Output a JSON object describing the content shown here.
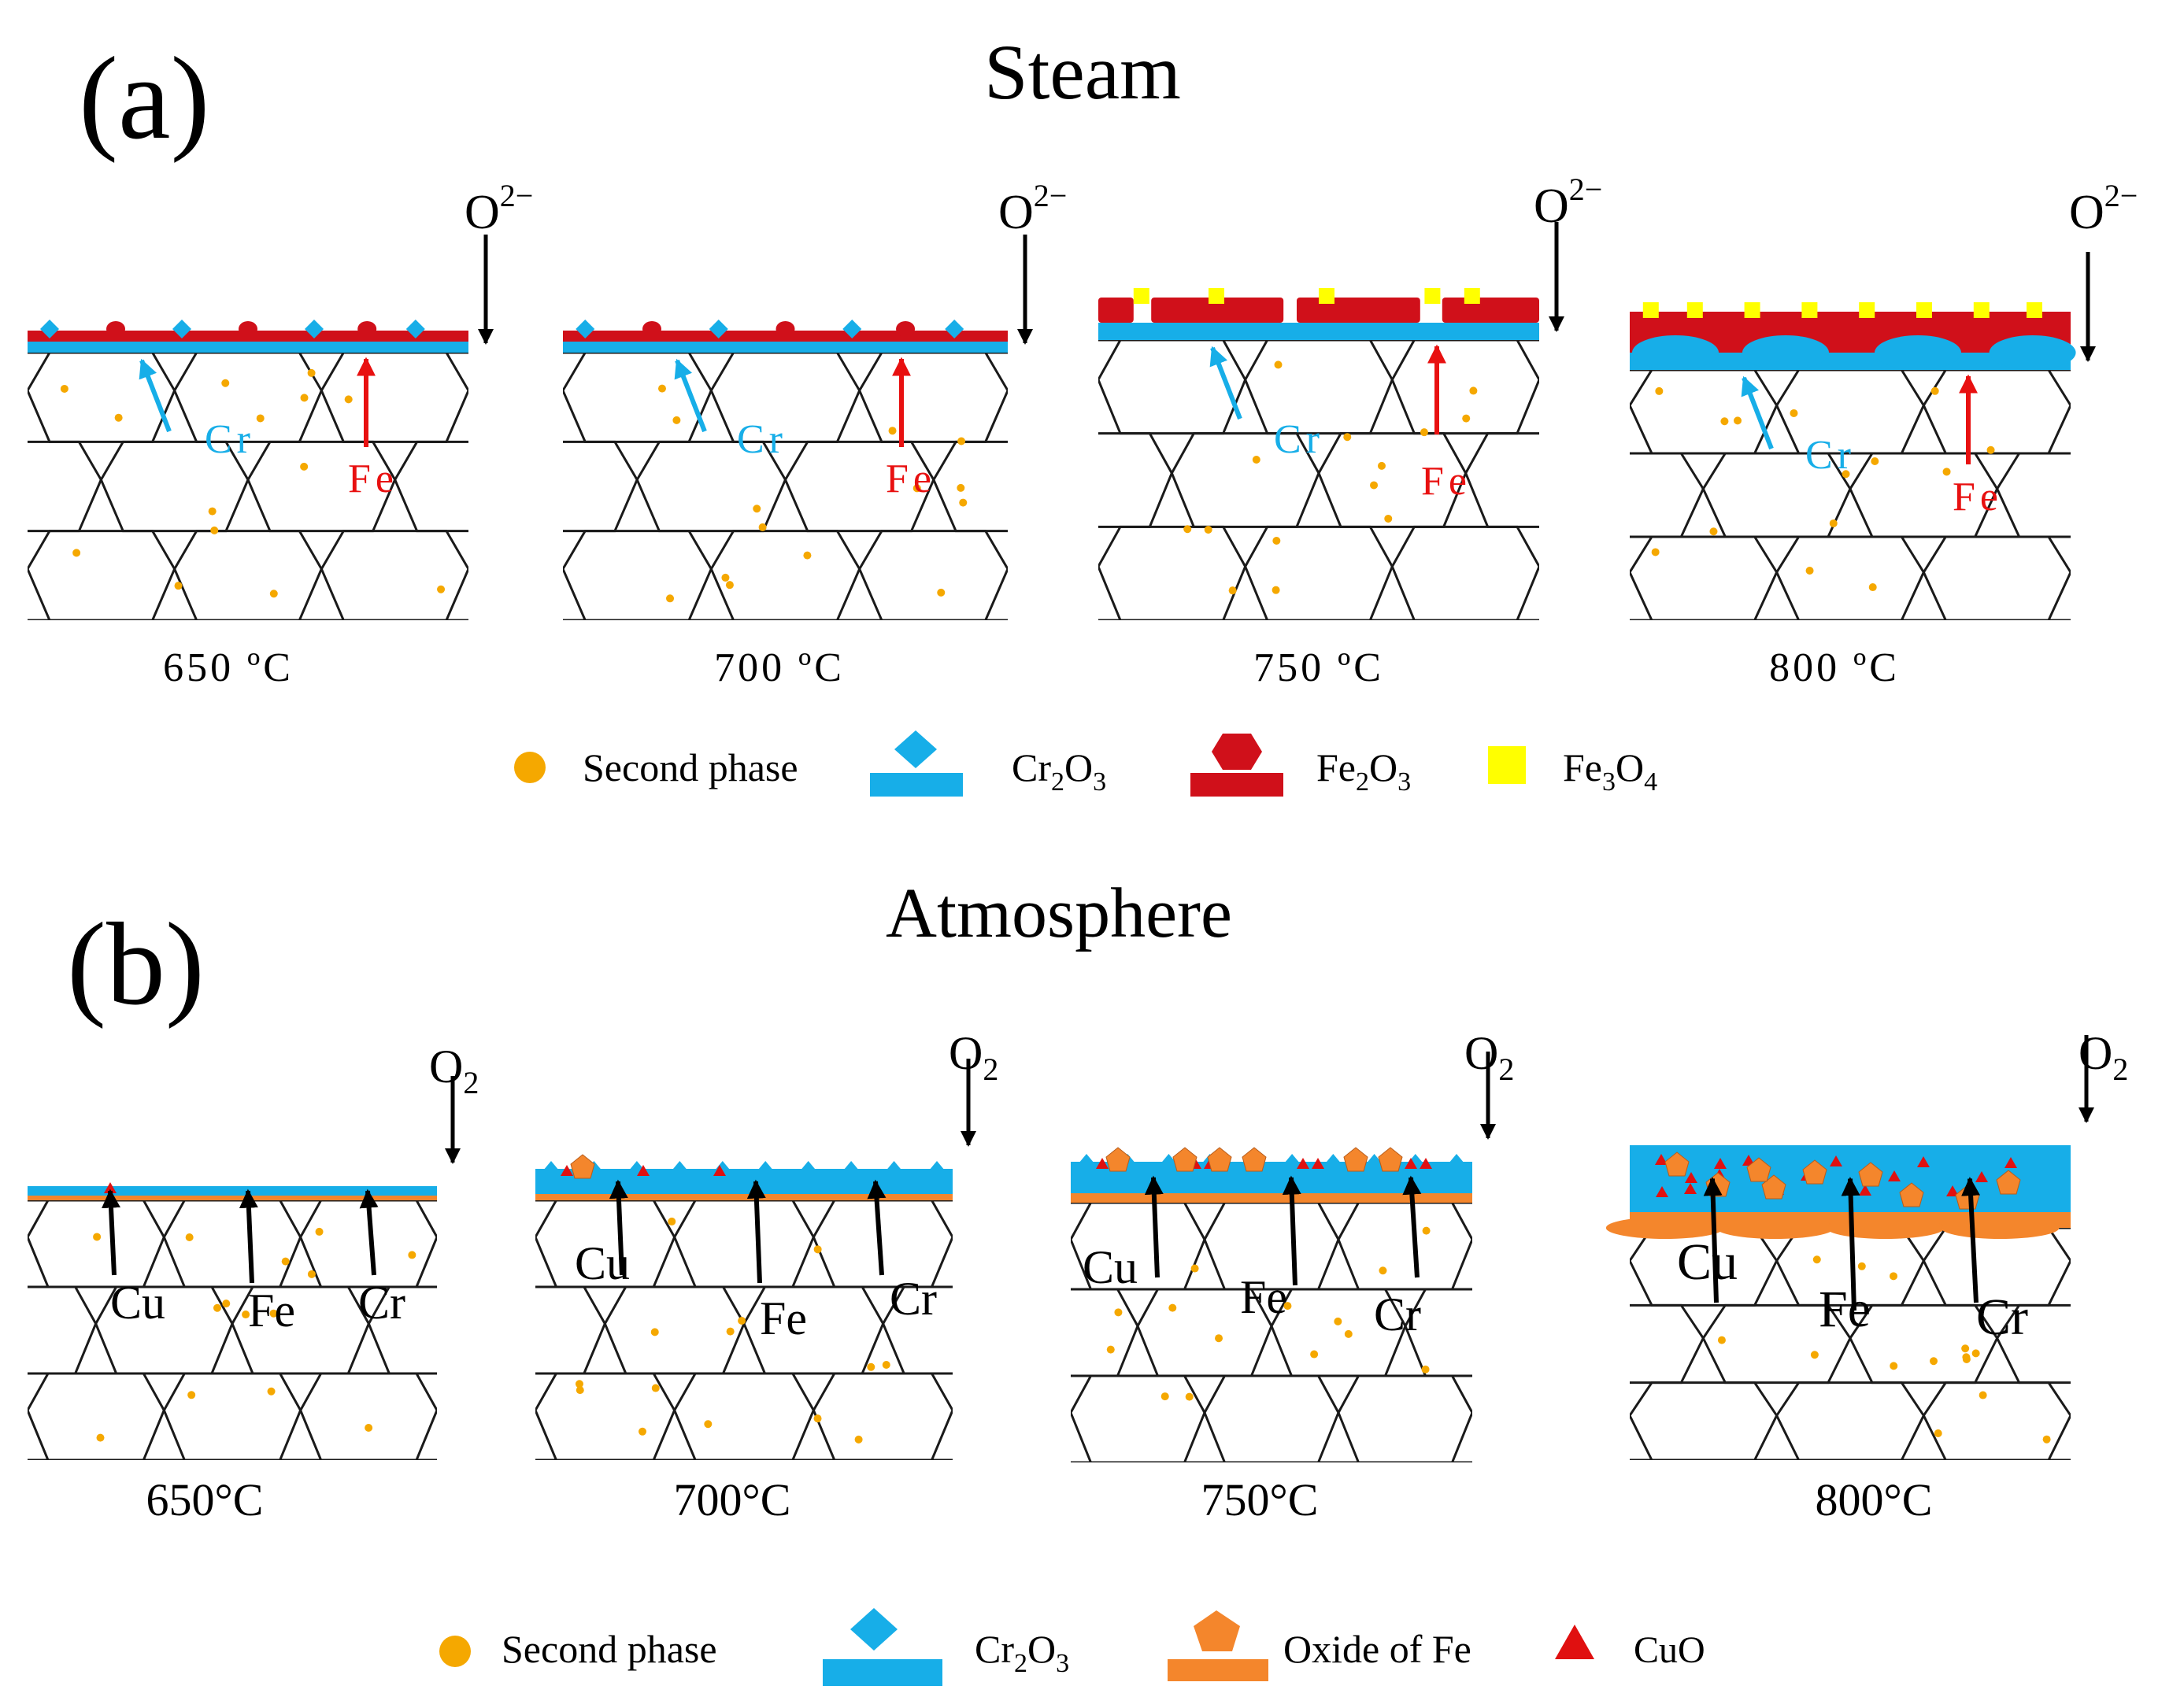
{
  "panel_a": {
    "tag": "(a)",
    "title": "Steam",
    "oxidant": "O",
    "oxidant_sup": "2−",
    "temps": [
      "650 ºC",
      "700 ºC",
      "750 ºC",
      "800 ºC"
    ],
    "diffusers": {
      "cr": "Cr",
      "fe": "Fe"
    },
    "legend": [
      {
        "label": "Second phase"
      },
      {
        "base": "Cr",
        "sub1": "2",
        "mid": "O",
        "sub2": "3"
      },
      {
        "base": "Fe",
        "sub1": "2",
        "mid": "O",
        "sub2": "3"
      },
      {
        "base": "Fe",
        "sub1": "3",
        "mid": "O",
        "sub2": "4"
      }
    ]
  },
  "panel_b": {
    "tag": "(b)",
    "title": "Atmosphere",
    "oxidant": "O",
    "oxidant_sub": "2",
    "temps": [
      "650°C",
      "700°C",
      "750°C",
      "800°C"
    ],
    "diffusers": {
      "cu": "Cu",
      "fe": "Fe",
      "cr": "Cr"
    },
    "legend": [
      {
        "label": "Second phase"
      },
      {
        "base": "Cr",
        "sub1": "2",
        "mid": "O",
        "sub2": "3"
      },
      {
        "label": "Oxide of Fe"
      },
      {
        "label": "CuO"
      }
    ]
  },
  "colors": {
    "cr2o3": "#17AEE8",
    "fe2o3": "#D0101A",
    "fe3o4": "#FFFF00",
    "fe_oxide": "#F4862C",
    "cuo": "#E01010",
    "second_phase": "#F5A800",
    "grain_boundary": "#1a1a1a",
    "cr_arrow": "#17AEE8",
    "fe_arrow": "#E81010",
    "b_arrow": "#000000"
  }
}
